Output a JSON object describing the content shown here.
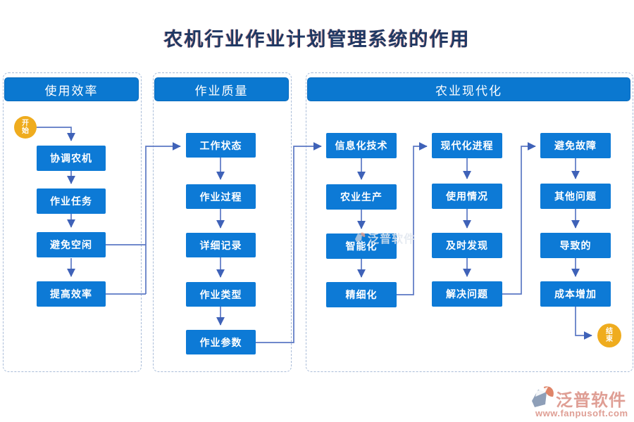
{
  "title": "农机行业作业计划管理系统的作用",
  "diagram_type": "flowchart",
  "sections": [
    {
      "header": "使用效率",
      "nodes": [
        "协调农机",
        "作业任务",
        "避免空闲",
        "提高效率"
      ]
    },
    {
      "header": "作业质量",
      "nodes": [
        "工作状态",
        "作业过程",
        "详细记录",
        "作业类型",
        "作业参数"
      ]
    },
    {
      "header": "农业现代化",
      "columns": [
        [
          "信息化技术",
          "农业生产",
          "智能化",
          "精细化"
        ],
        [
          "现代化进程",
          "使用情况",
          "及时发现",
          "解决问题"
        ],
        [
          "避免故障",
          "其他问题",
          "导致的",
          "成本增加"
        ]
      ]
    }
  ],
  "terminators": {
    "start": "开始",
    "end": "结束"
  },
  "watermark": "泛普软件",
  "footer": {
    "brand": "泛普软件",
    "url": "www.fanpusoft.com"
  },
  "colors": {
    "node_blue": "#0d7ad6",
    "header_blue": "#0b78d0",
    "terminator_amber": "#efac1e",
    "connector_line": "#5b78c4",
    "arrowhead": "#3f62b8",
    "dashed_border": "#a9bcd8",
    "title_navy": "#1f3864",
    "footer_salmon": "#df9e94"
  }
}
